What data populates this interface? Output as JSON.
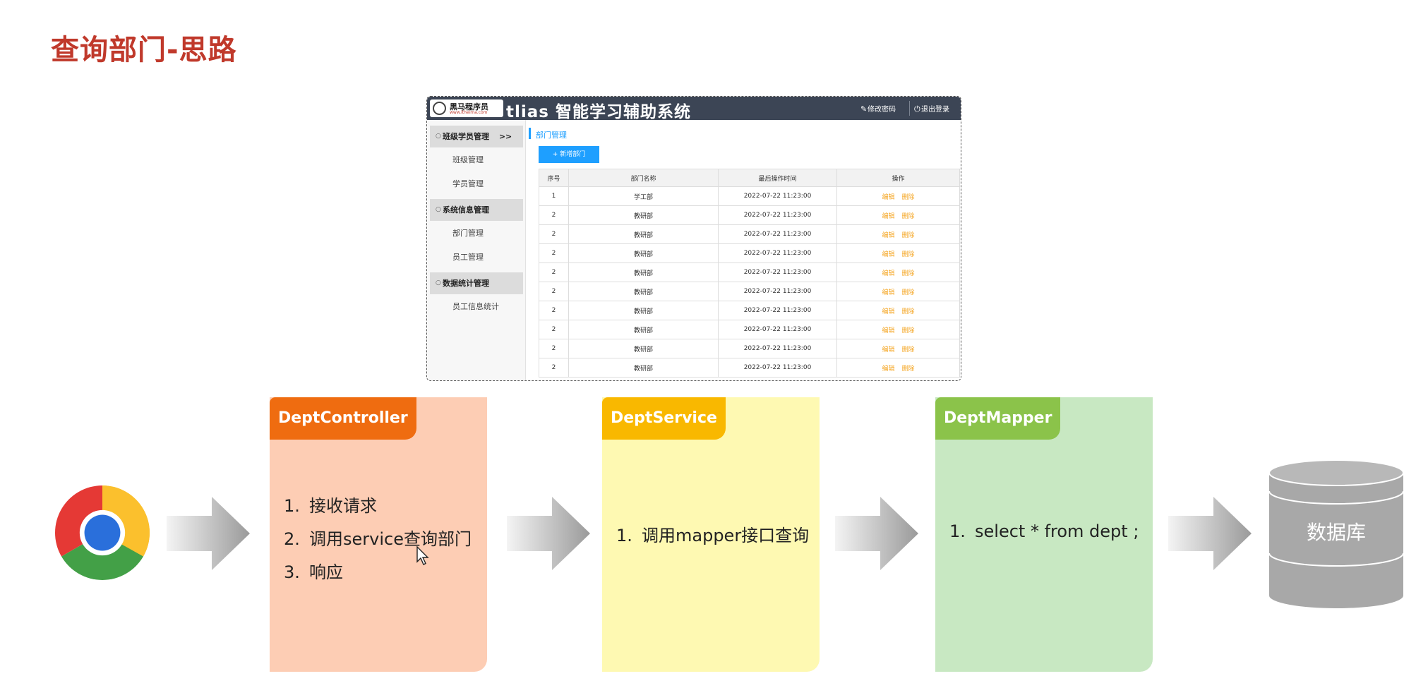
{
  "slide": {
    "title": "查询部门-思路"
  },
  "app": {
    "logo_name": "黑马程序员",
    "logo_url": "www.itheima.com",
    "title": "tlias 智能学习辅助系统",
    "header_actions": [
      "修改密码",
      "退出登录"
    ],
    "sidebar": [
      {
        "group": "班级学员管理",
        "marker": ">>",
        "items": [
          "班级管理",
          "学员管理"
        ]
      },
      {
        "group": "系统信息管理",
        "items": [
          "部门管理",
          "员工管理"
        ]
      },
      {
        "group": "数据统计管理",
        "items": [
          "员工信息统计"
        ]
      }
    ],
    "breadcrumb": "部门管理",
    "add_button": "+ 新增部门",
    "table": {
      "headers": [
        "序号",
        "部门名称",
        "最后操作时间",
        "操作"
      ],
      "edit_label": "编辑",
      "delete_label": "删除",
      "rows": [
        [
          "1",
          "学工部",
          "2022-07-22 11:23:00"
        ],
        [
          "2",
          "教研部",
          "2022-07-22 11:23:00"
        ],
        [
          "2",
          "教研部",
          "2022-07-22 11:23:00"
        ],
        [
          "2",
          "教研部",
          "2022-07-22 11:23:00"
        ],
        [
          "2",
          "教研部",
          "2022-07-22 11:23:00"
        ],
        [
          "2",
          "教研部",
          "2022-07-22 11:23:00"
        ],
        [
          "2",
          "教研部",
          "2022-07-22 11:23:00"
        ],
        [
          "2",
          "教研部",
          "2022-07-22 11:23:00"
        ],
        [
          "2",
          "教研部",
          "2022-07-22 11:23:00"
        ],
        [
          "2",
          "教研部",
          "2022-07-22 11:23:00"
        ]
      ]
    }
  },
  "flow": {
    "controller": {
      "name": "DeptController",
      "steps": [
        "接收请求",
        "调用service查询部门",
        "响应"
      ]
    },
    "service": {
      "name": "DeptService",
      "steps": [
        "调用mapper接口查询"
      ]
    },
    "mapper": {
      "name": "DeptMapper",
      "steps": [
        "select * from dept ;"
      ]
    },
    "database": "数据库"
  },
  "colors": {
    "title": "#c0392b",
    "controller_tab": "#ef6c10",
    "controller_body": "#fdcdb4",
    "service_tab": "#f9b800",
    "service_body": "#fef9b2",
    "mapper_tab": "#8bc34a",
    "mapper_body": "#c8e8c2",
    "db_fill": "#a8a8a8"
  },
  "icons": [
    "chrome-browser-icon",
    "right-arrow-icon",
    "database-cylinder-icon",
    "mouse-cursor-icon"
  ]
}
